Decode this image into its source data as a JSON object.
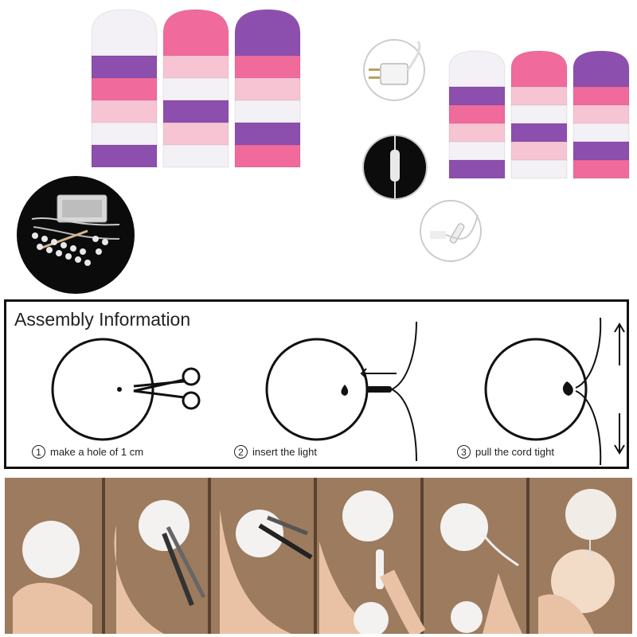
{
  "assembly": {
    "title": "Assembly Information",
    "steps": [
      {
        "number": "1",
        "text": "make a hole of 1 cm"
      },
      {
        "number": "2",
        "text": "insert the light"
      },
      {
        "number": "3",
        "text": "pull the cord tight"
      }
    ]
  },
  "colors": {
    "white": "#f3f0f6",
    "pink": "#f06a9c",
    "light_pink": "#f7c4d3",
    "purple": "#8d4fae",
    "panel_border": "#111111",
    "photo_wood": "#9c7b5e"
  },
  "products": {
    "left_stacks": [
      [
        "white",
        "purple",
        "pink",
        "light_pink",
        "white",
        "purple"
      ],
      [
        "pink",
        "light_pink",
        "white",
        "purple",
        "light_pink",
        "white"
      ],
      [
        "purple",
        "pink",
        "light_pink",
        "white",
        "purple",
        "pink"
      ]
    ],
    "right_stacks": [
      [
        "white",
        "purple",
        "pink",
        "light_pink",
        "white",
        "purple"
      ],
      [
        "pink",
        "light_pink",
        "white",
        "purple",
        "light_pink",
        "white"
      ],
      [
        "purple",
        "pink",
        "light_pink",
        "white",
        "purple",
        "pink"
      ]
    ]
  }
}
